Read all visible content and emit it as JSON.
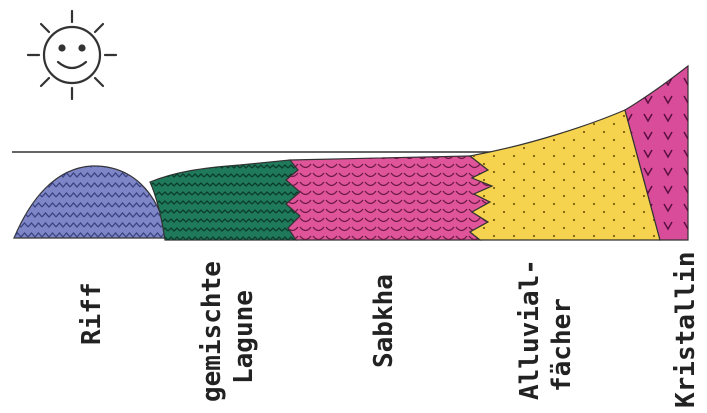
{
  "diagram": {
    "labels": {
      "riff": "Riff",
      "lagune_line1": "gemischte",
      "lagune_line2": "Lagune",
      "sabkha": "Sabkha",
      "alluvial_line1": "Alluvial-",
      "alluvial_line2": "fächer",
      "kristallin": "Kristallin"
    },
    "colors": {
      "riff": "#7f86c8",
      "lagune": "#1f7a5c",
      "sabkha": "#e0559a",
      "alluvial": "#f6d34f",
      "kristallin": "#d94c9a",
      "outline": "#333333"
    },
    "icons": [
      "sun-icon"
    ]
  }
}
